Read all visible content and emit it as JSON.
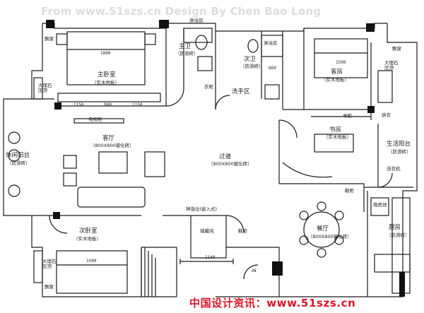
{
  "header": {
    "credit": "From www.51szs.cn   Design By Chen Bao Long"
  },
  "footer": {
    "watermark": "中国设计资讯：www.51szs.cn"
  },
  "rooms": {
    "master_bedroom": {
      "name": "主卧室",
      "floor": "（实木地板）"
    },
    "master_bath": {
      "name": "主卫",
      "floor": "（防滑砖）"
    },
    "shower": {
      "name": "淋浴房"
    },
    "second_bath": {
      "name": "次卫",
      "floor": "（防滑砖）"
    },
    "second_shower": {
      "name": "淋浴房"
    },
    "wash_area": {
      "name": "洗手区"
    },
    "guest_room": {
      "name": "客房",
      "floor": "（实木地板）"
    },
    "living_room": {
      "name": "客厅",
      "floor": "（800X800玻化砖）"
    },
    "leisure_balcony": {
      "name": "休闲阳台",
      "floor": "（防滑砖）"
    },
    "corridor": {
      "name": "过道",
      "floor": "（800X800玻化砖）"
    },
    "study": {
      "name": "书房",
      "floor": "（实木地板）"
    },
    "service_balcony": {
      "name": "生活阳台",
      "floor": "（防滑砖）"
    },
    "second_bedroom": {
      "name": "次卧室",
      "floor": "（实木地板）"
    },
    "dining_room": {
      "name": "餐厅",
      "floor": "（800X800玻化砖）"
    },
    "kitchen": {
      "name": "厨房",
      "floor": "（防滑砖）"
    }
  },
  "annotations": {
    "tv_cabinet": "电视柜",
    "bookshelf": "书柜",
    "shoe_cabinet": "鞋柜",
    "mop_pool": "拖把池",
    "wardrobe": "衣柜",
    "washing_machine": "洗衣机",
    "dryer": "烘衣",
    "bay_window_left": "飘窗",
    "bay_window_right": "飘窗",
    "bay_window_bottom": "飘窗",
    "marble_sill_left": "大理石\n压顶",
    "marble_sill_right": "大理石\n压顶",
    "marble_sill_bottom": "大理石\n压顶",
    "shrine": "神龛位(嵌入式)",
    "storage": "储藏间",
    "cabinet": "鞋柜",
    "gate": "IN"
  },
  "dimensions": {
    "bed_master": "1800",
    "bed_guest": "1500",
    "bed_second": "1500",
    "wall_1150a": "1150",
    "wall_900": "900",
    "wall_1150b": "1150",
    "bath_width": "660",
    "entry_width": "1140"
  },
  "colors": {
    "line": "#1a1a1a",
    "wall": "#111111",
    "watermark_red": "#d8172a",
    "header_gray": "#dcdcdc"
  }
}
